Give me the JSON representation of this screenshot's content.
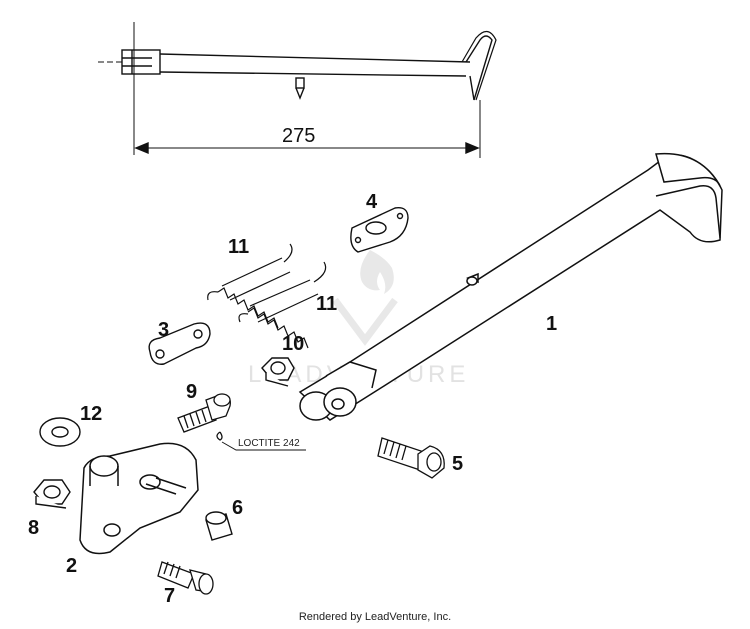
{
  "dimension": {
    "value": "275"
  },
  "parts": [
    {
      "id": "1",
      "label": "1"
    },
    {
      "id": "2",
      "label": "2"
    },
    {
      "id": "3",
      "label": "3"
    },
    {
      "id": "4",
      "label": "4"
    },
    {
      "id": "5",
      "label": "5"
    },
    {
      "id": "6",
      "label": "6"
    },
    {
      "id": "7",
      "label": "7"
    },
    {
      "id": "8",
      "label": "8"
    },
    {
      "id": "9",
      "label": "9"
    },
    {
      "id": "10",
      "label": "10"
    },
    {
      "id": "11a",
      "label": "11"
    },
    {
      "id": "11b",
      "label": "11"
    },
    {
      "id": "12",
      "label": "12"
    }
  ],
  "note": {
    "loctite": "LOCTITE 242"
  },
  "watermark": {
    "text": "LEADVENTURE"
  },
  "footer": {
    "text": "Rendered by LeadVenture, Inc."
  }
}
